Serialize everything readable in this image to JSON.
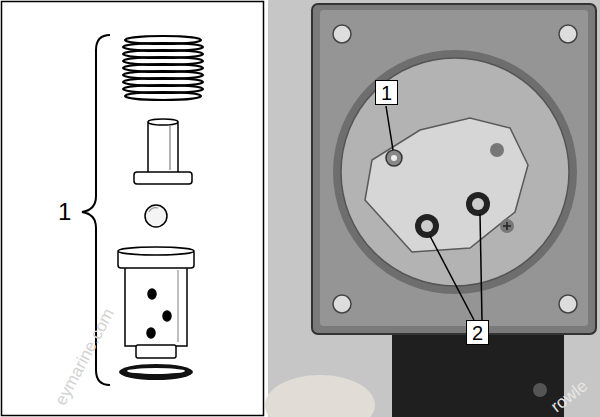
{
  "diagram": {
    "labels": [
      "1",
      "1",
      "2",
      "eymarine.com",
      "rowle"
    ]
  }
}
